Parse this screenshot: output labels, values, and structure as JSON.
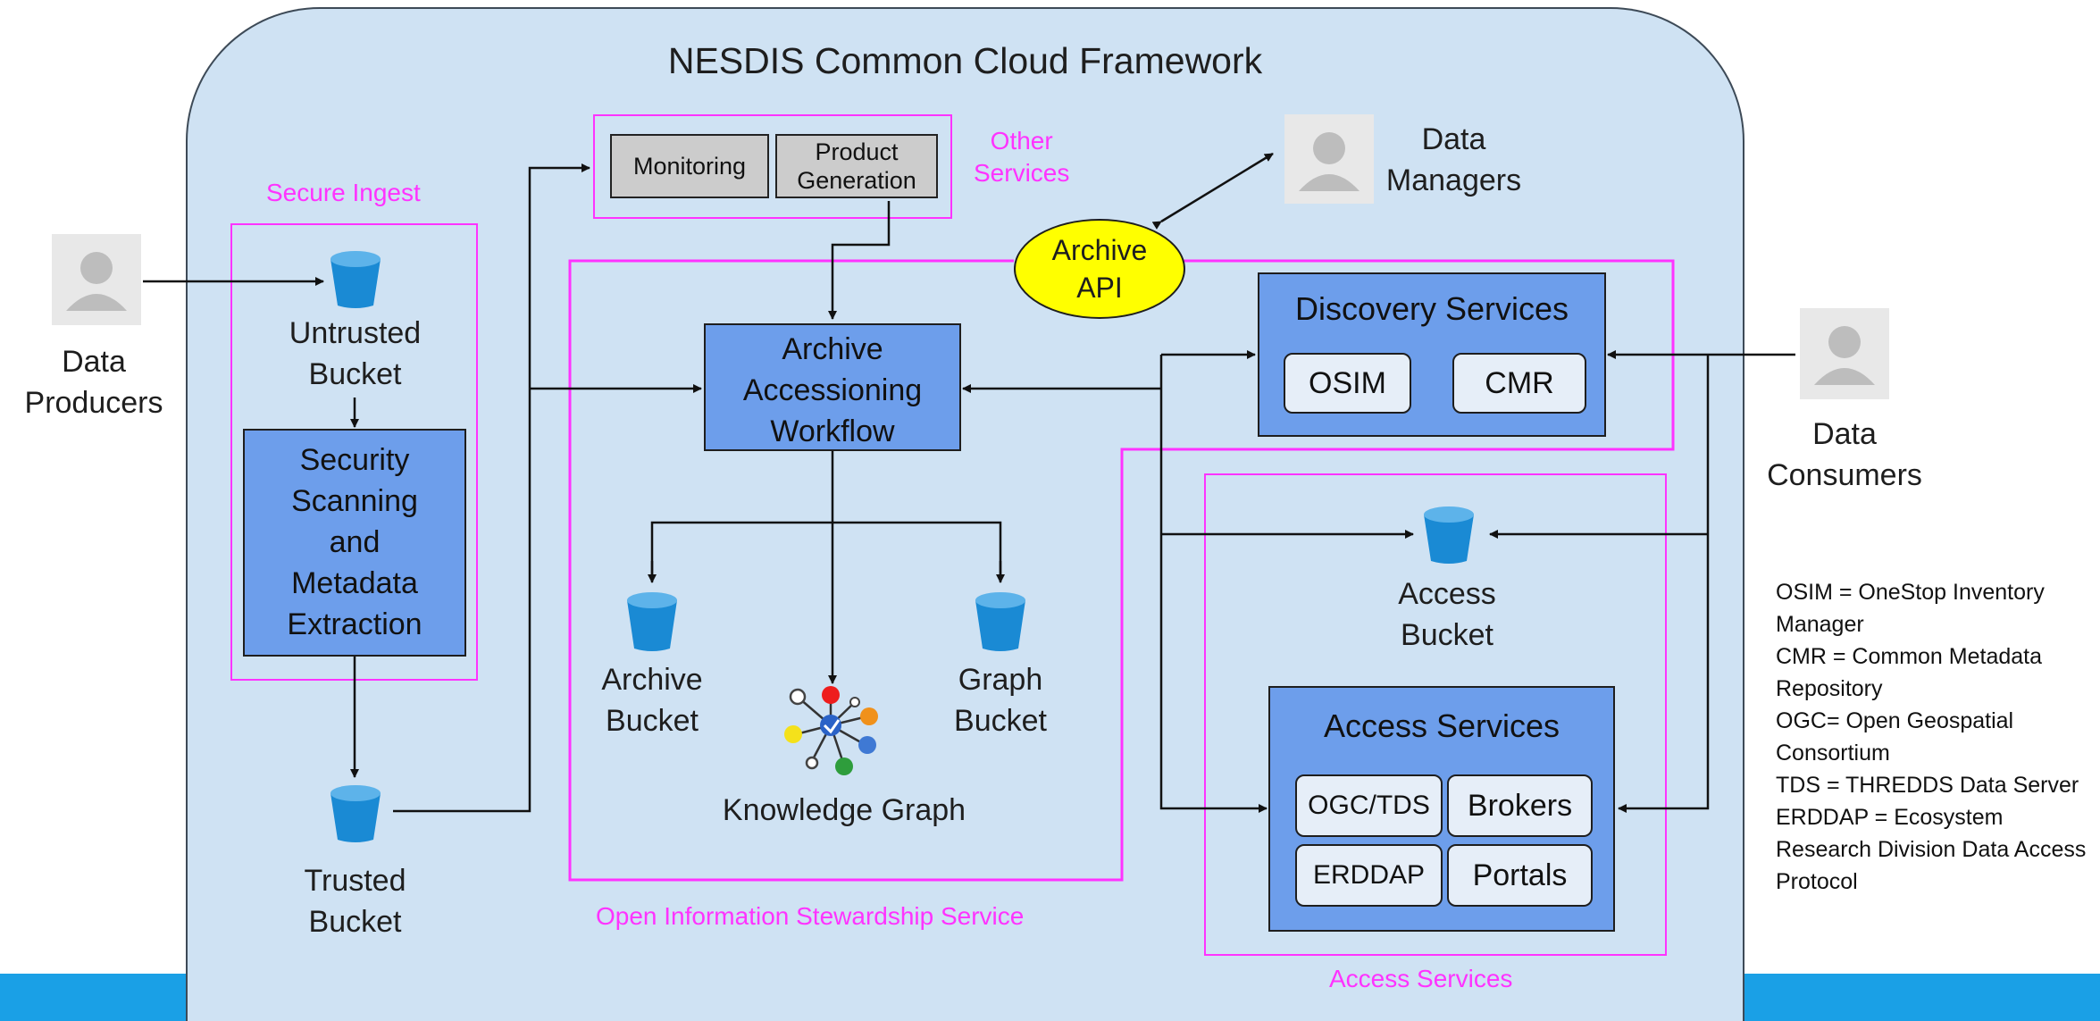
{
  "framework": {
    "title": "NESDIS Common Cloud Framework"
  },
  "secure_ingest": {
    "label": "Secure Ingest",
    "untrusted_bucket": [
      "Untrusted",
      "Bucket"
    ],
    "scanning": [
      "Security",
      "Scanning",
      "and",
      "Metadata",
      "Extraction"
    ],
    "trusted_bucket": [
      "Trusted",
      "Bucket"
    ]
  },
  "other_services": {
    "label": [
      "Other",
      "Services"
    ],
    "monitoring": "Monitoring",
    "product_generation": [
      "Product",
      "Generation"
    ]
  },
  "archive_api": [
    "Archive",
    "API"
  ],
  "actors": {
    "producers": [
      "Data",
      "Producers"
    ],
    "managers": [
      "Data",
      "Managers"
    ],
    "consumers": [
      "Data",
      "Consumers"
    ]
  },
  "stewardship": {
    "label": "Open Information Stewardship Service",
    "workflow": [
      "Archive",
      "Accessioning",
      "Workflow"
    ],
    "archive_bucket": [
      "Archive",
      "Bucket"
    ],
    "graph_bucket": [
      "Graph",
      "Bucket"
    ],
    "knowledge_graph": "Knowledge Graph"
  },
  "discovery": {
    "title": "Discovery Services",
    "osim": "OSIM",
    "cmr": "CMR"
  },
  "access": {
    "label": "Access Services",
    "bucket": [
      "Access",
      "Bucket"
    ],
    "services_title": "Access Services",
    "ogc_tds": "OGC/TDS",
    "brokers": "Brokers",
    "erddap": "ERDDAP",
    "portals": "Portals"
  },
  "legend": [
    "OSIM = OneStop Inventory",
    "Manager",
    "CMR = Common Metadata",
    "Repository",
    "OGC= Open Geospatial",
    "Consortium",
    "TDS = THREDDS Data Server",
    "ERDDAP = Ecosystem",
    "Research Division Data Access",
    "Protocol"
  ],
  "colors": {
    "cloud_fill": "#cfe2f3",
    "service_blue": "#6d9eeb",
    "magenta": "#ff33ff",
    "bucket_blue": "#1a8ad4",
    "api_yellow": "#ffff00",
    "band_blue": "#1aa0e6"
  },
  "icons": {
    "bucket": "bucket-icon",
    "person": "person-icon",
    "graph": "knowledge-graph-icon"
  }
}
